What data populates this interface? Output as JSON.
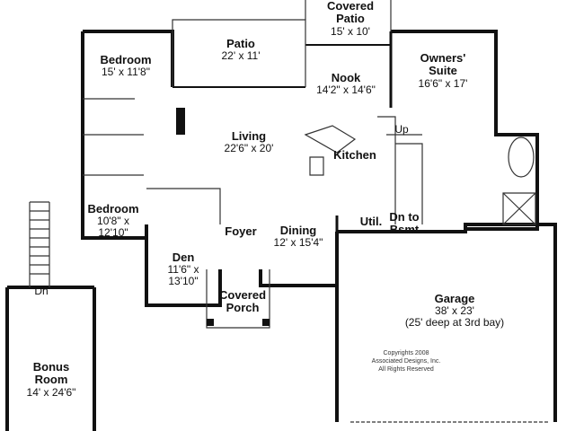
{
  "rooms": [
    {
      "id": "covered-patio-rear",
      "name": "Covered\nPatio",
      "name_lines": [
        "Covered",
        "Patio"
      ],
      "dims": [
        "15' x 10'"
      ]
    },
    {
      "id": "patio",
      "name_lines": [
        "Patio"
      ],
      "dims": [
        "22' x 11'"
      ]
    },
    {
      "id": "bedroom-1",
      "name_lines": [
        "Bedroom"
      ],
      "dims": [
        "15' x 11'8\""
      ]
    },
    {
      "id": "owners-suite",
      "name_lines": [
        "Owners'",
        "Suite"
      ],
      "dims": [
        "16'6\" x 17'"
      ]
    },
    {
      "id": "nook",
      "name_lines": [
        "Nook"
      ],
      "dims": [
        "14'2\" x 14'6\""
      ]
    },
    {
      "id": "living",
      "name_lines": [
        "Living"
      ],
      "dims": [
        "22'6\" x 20'"
      ]
    },
    {
      "id": "kitchen",
      "name_lines": [
        "Kitchen"
      ],
      "dims": []
    },
    {
      "id": "bedroom-2",
      "name_lines": [
        "Bedroom"
      ],
      "dims": [
        "10'8\" x",
        "12'10\""
      ]
    },
    {
      "id": "foyer",
      "name_lines": [
        "Foyer"
      ],
      "dims": []
    },
    {
      "id": "dining",
      "name_lines": [
        "Dining"
      ],
      "dims": [
        "12' x 15'4\""
      ]
    },
    {
      "id": "util",
      "name_lines": [
        "Util."
      ],
      "dims": []
    },
    {
      "id": "dn-to-bsmt",
      "name_lines": [
        "Dn to",
        "Bsmt"
      ],
      "dims": []
    },
    {
      "id": "den",
      "name_lines": [
        "Den"
      ],
      "dims": [
        "11'6\" x",
        "13'10\""
      ]
    },
    {
      "id": "covered-porch",
      "name_lines": [
        "Covered",
        "Porch"
      ],
      "dims": []
    },
    {
      "id": "garage",
      "name_lines": [
        "Garage"
      ],
      "dims": [
        "38' x 23'",
        "(25' deep at 3rd bay)"
      ]
    },
    {
      "id": "bonus-room",
      "name_lines": [
        "Bonus",
        "Room"
      ],
      "dims": [
        "14' x 24'6\""
      ]
    }
  ],
  "stairs": {
    "up": "Up",
    "dn": "Dn"
  },
  "copyright": [
    "Copyrights 2008",
    "Associated Designs, Inc.",
    "All Rights Reserved"
  ]
}
